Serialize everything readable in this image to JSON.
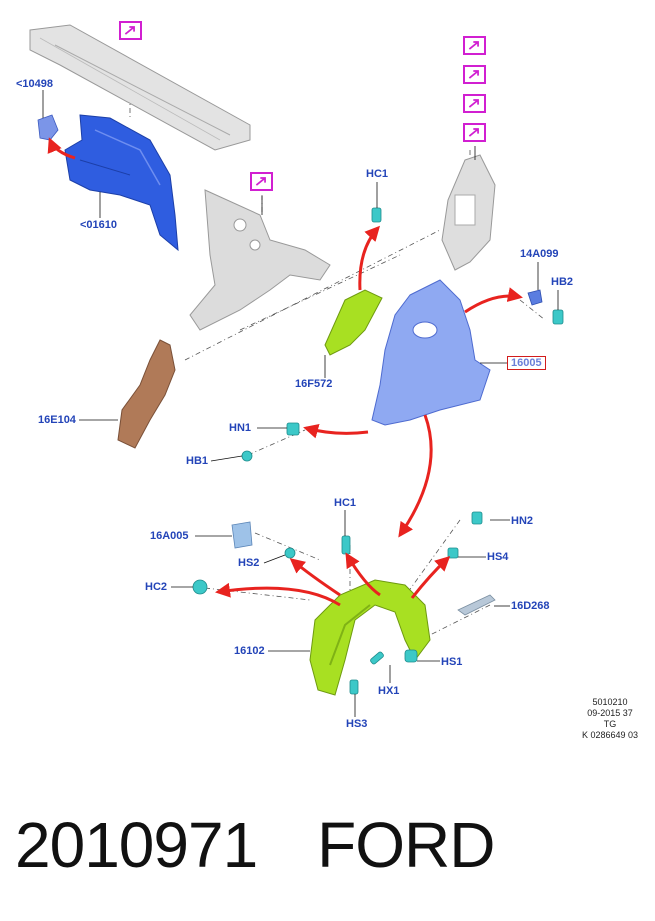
{
  "labels": {
    "p10498": "<10498",
    "p01610": "<01610",
    "p16E104": "16E104",
    "p16F572": "16F572",
    "pHC1a": "HC1",
    "p14A099": "14A099",
    "pHB2": "HB2",
    "p16005": "16005",
    "pHN1": "HN1",
    "pHB1": "HB1",
    "pHC1b": "HC1",
    "pHN2": "HN2",
    "p16A005": "16A005",
    "pHS2": "HS2",
    "pHS4": "HS4",
    "pHC2": "HC2",
    "p16D268": "16D268",
    "p16102": "16102",
    "pHS1": "HS1",
    "pHX1": "HX1",
    "pHS3": "HS3"
  },
  "reference": {
    "line1": "5010210",
    "line2": "09-2015 37",
    "line3": "TG",
    "line4": "K 0286649 03"
  },
  "caption": {
    "part_number": "2010971",
    "brand": "FORD"
  },
  "colors": {
    "label_text": "#2344b8",
    "arrow": "#e8231f",
    "highlight_box": "#d21c1c",
    "external_marker": "#d11fd1",
    "inner_panel_blue": "#2f5de0",
    "fender_blue": "#8fa9f2",
    "liner_green": "#a8e022",
    "fastener_cyan": "#3cc8c8",
    "bracket_copper": "#b07a58",
    "frame_grey": "#d8d8d8"
  },
  "icons": {
    "external_marker": "arrow-out-icon"
  }
}
